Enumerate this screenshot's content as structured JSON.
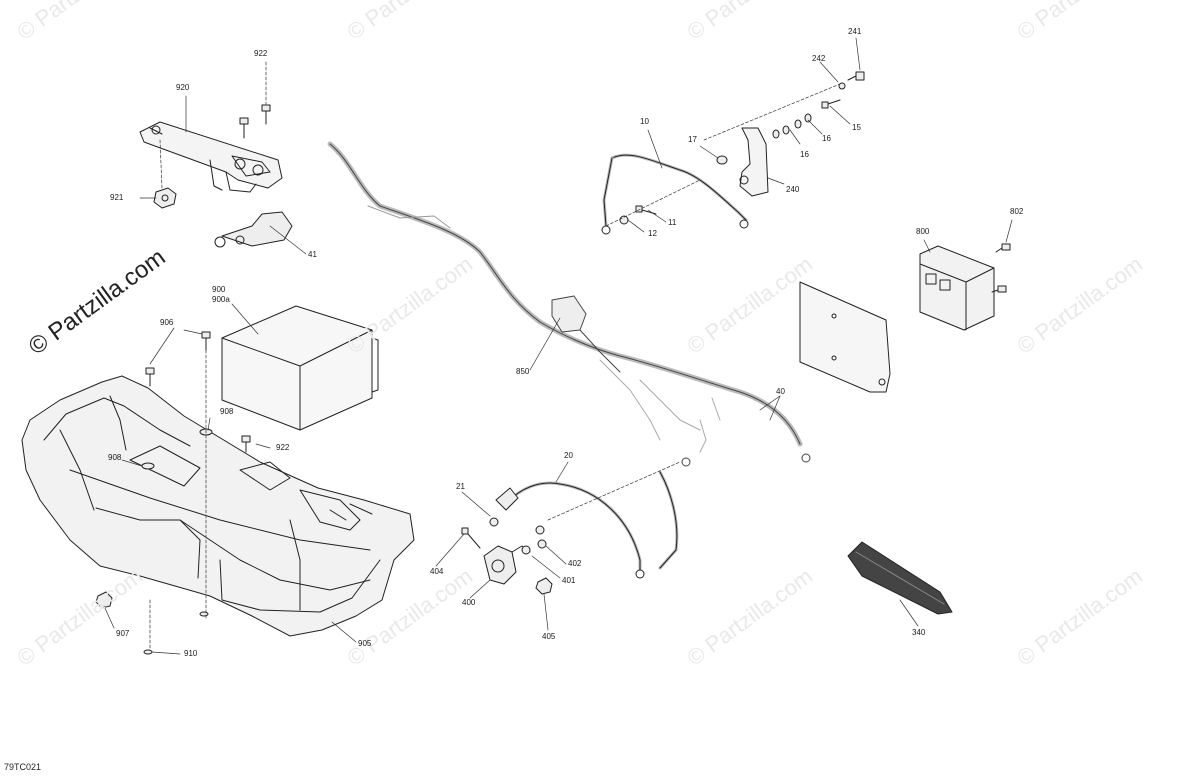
{
  "diagram": {
    "figure_code": "79TC021",
    "watermark_text": "© Partzilla.com",
    "callouts": {
      "p922_top": "922",
      "p920": "920",
      "p921": "921",
      "p41": "41",
      "p900": "900",
      "p900a": "900a",
      "p906": "906",
      "p908_a": "908",
      "p908_b": "908",
      "p922_b": "922",
      "p907": "907",
      "p910": "910",
      "p905": "905",
      "p850": "850",
      "p40": "40",
      "p20": "20",
      "p21": "21",
      "p404": "404",
      "p400": "400",
      "p402": "402",
      "p401": "401",
      "p405": "405",
      "p10": "10",
      "p17": "17",
      "p11": "11",
      "p12": "12",
      "p241": "241",
      "p242": "242",
      "p15": "15",
      "p16_a": "16",
      "p16_b": "16",
      "p240": "240",
      "p800": "800",
      "p802": "802",
      "p340": "340"
    }
  }
}
